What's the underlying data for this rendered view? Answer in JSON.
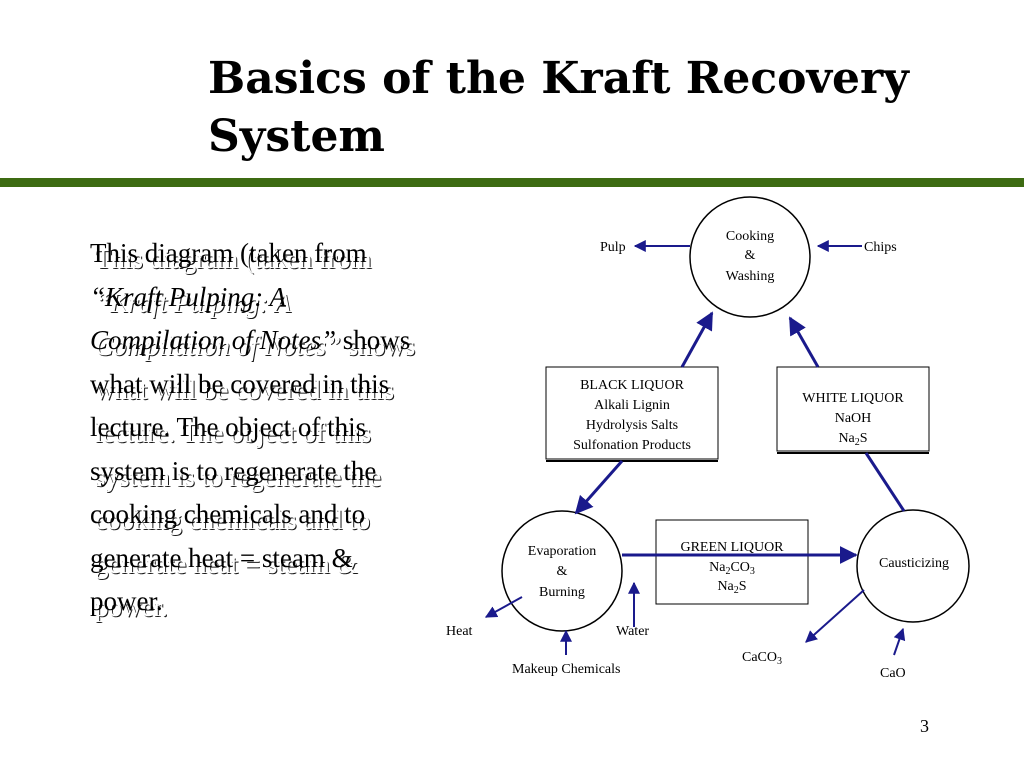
{
  "slide": {
    "title_line1": "Basics of the Kraft Recovery",
    "title_line2": "System",
    "accent_color": "#3d6b12",
    "page_number": "3"
  },
  "body": {
    "part1": "This diagram (taken from ",
    "citation": "“Kraft Pulping: A Compilation of Notes”",
    "part2": " shows what will be covered  in this lecture.  The object of this system is to regenerate the cooking chemicals and to generate heat = steam & power."
  },
  "diagram": {
    "arrow_color": "#1a1a8c",
    "nodes": {
      "cooking": [
        "Cooking",
        "&",
        "Washing"
      ],
      "evaporation": [
        "Evaporation",
        "&",
        "Burning"
      ],
      "causticizing": [
        "Causticizing"
      ]
    },
    "boxes": {
      "black_liquor": [
        "BLACK LIQUOR",
        "Alkali Lignin",
        "Hydrolysis Salts",
        "Sulfonation Products"
      ],
      "white_liquor": {
        "line1": "WHITE LIQUOR",
        "line2": "NaOH",
        "na": "Na",
        "sub": "2",
        "s": "S"
      },
      "green_liquor": {
        "line1": "GREEN LIQUOR",
        "na": "Na",
        "sub2": "2",
        "co": "CO",
        "sub3": "3",
        "na2": "Na",
        "sub4": "2",
        "s": "S"
      }
    },
    "labels": {
      "pulp": "Pulp",
      "chips": "Chips",
      "heat": "Heat",
      "water": "Water",
      "makeup": "Makeup Chemicals",
      "caco3_main": "CaCO",
      "caco3_sub": "3",
      "cao": "CaO"
    }
  }
}
